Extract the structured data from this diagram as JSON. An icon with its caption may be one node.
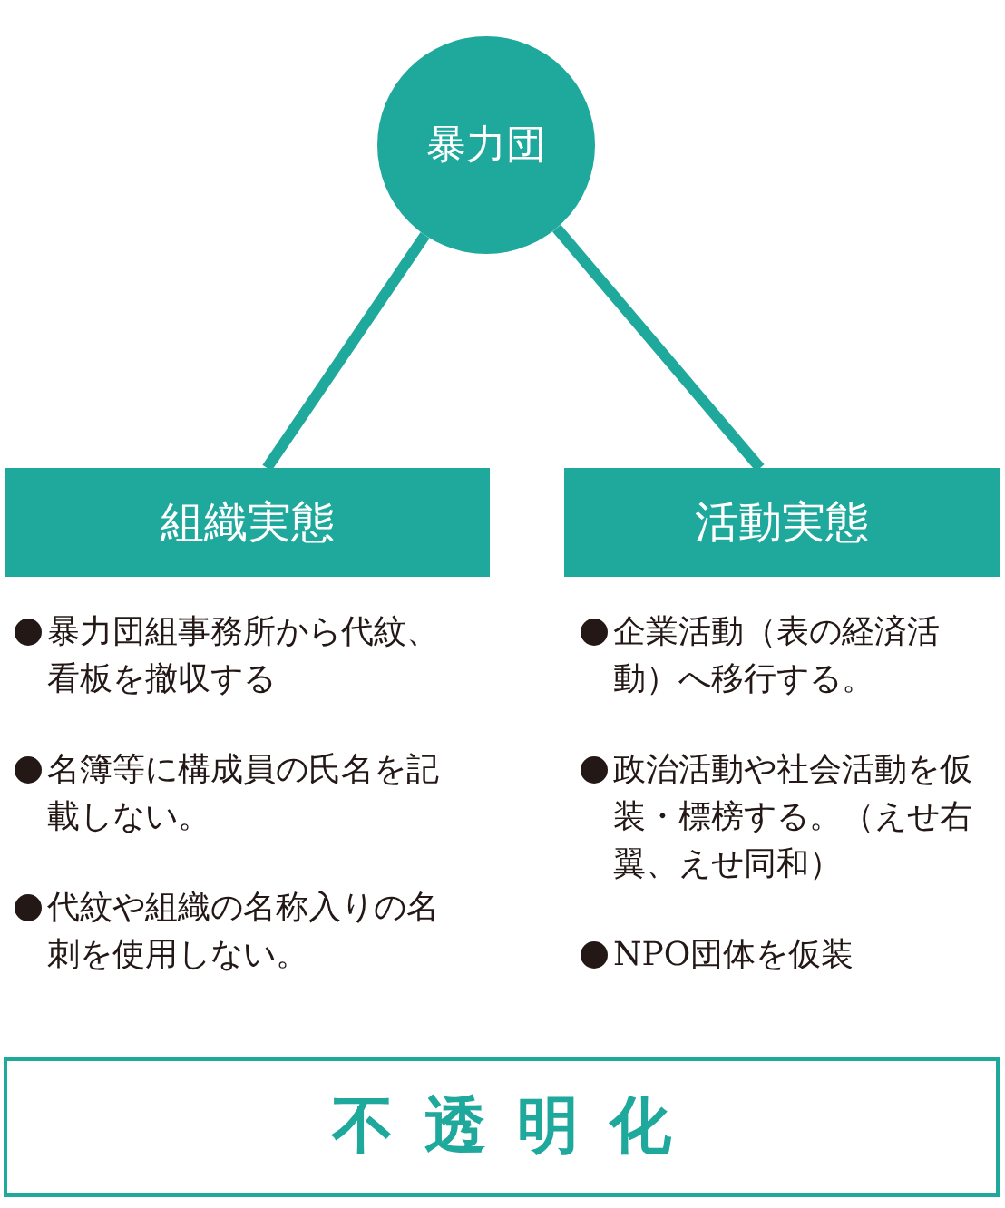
{
  "diagram": {
    "nodes": [
      {
        "text": [
          "暴力団"
        ]
      },
      {
        "text": [
          "組織実態"
        ],
        "beside": [
          "暴力団組事務所から代紋、看板を撤収する",
          "名簿等に構成員の氏名を記載しない。",
          "代紋や組織の名称入りの名刺を使用しない。"
        ]
      },
      {
        "text": [
          "活動実態"
        ],
        "beside": [
          "企業活動（表の経済活動）へ移行する。",
          "政治活動や社会活動を仮装・標榜する。（えせ右翼、えせ同和）",
          "NPO団体を仮装"
        ]
      },
      {
        "text": [
          "不透明化"
        ]
      }
    ],
    "edges": [
      {
        "from": 0,
        "to": 1,
        "arrow": "none"
      },
      {
        "from": 0,
        "to": 2,
        "arrow": "none"
      }
    ]
  }
}
